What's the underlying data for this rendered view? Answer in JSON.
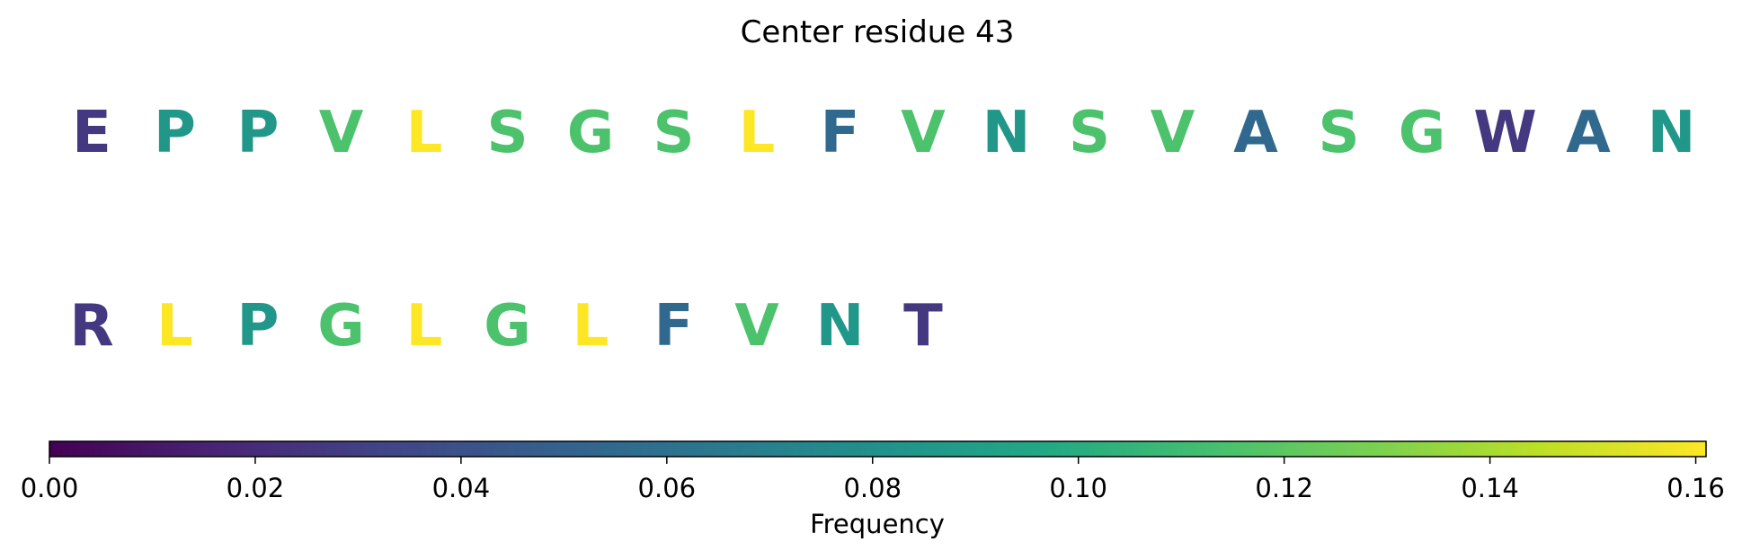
{
  "chart_data": {
    "type": "heatmap",
    "title": "Center residue 43",
    "rows": [
      {
        "residues": [
          "E",
          "P",
          "P",
          "V",
          "L",
          "S",
          "G",
          "S",
          "L",
          "F",
          "V",
          "N",
          "S",
          "V",
          "A",
          "S",
          "G",
          "W",
          "A",
          "N"
        ],
        "values": [
          0.026,
          0.085,
          0.085,
          0.115,
          0.161,
          0.115,
          0.115,
          0.115,
          0.161,
          0.055,
          0.115,
          0.085,
          0.115,
          0.115,
          0.055,
          0.115,
          0.115,
          0.026,
          0.055,
          0.085
        ]
      },
      {
        "residues": [
          "R",
          "L",
          "P",
          "G",
          "L",
          "G",
          "L",
          "F",
          "V",
          "N",
          "T"
        ],
        "values": [
          0.026,
          0.161,
          0.085,
          0.115,
          0.161,
          0.115,
          0.161,
          0.055,
          0.115,
          0.085,
          0.026
        ]
      }
    ],
    "colorbar": {
      "label": "Frequency",
      "min": 0.0,
      "max": 0.161,
      "ticks": [
        "0.00",
        "0.02",
        "0.04",
        "0.06",
        "0.08",
        "0.10",
        "0.12",
        "0.14",
        "0.16"
      ],
      "colormap": "viridis"
    }
  }
}
